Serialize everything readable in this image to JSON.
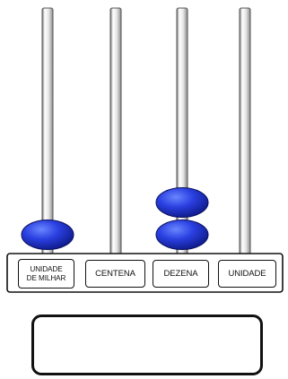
{
  "abacus": {
    "columns": [
      {
        "label": "UNIDADE\nDE MILHAR",
        "beads": 1
      },
      {
        "label": "CENTENA",
        "beads": 0
      },
      {
        "label": "DEZENA",
        "beads": 2
      },
      {
        "label": "UNIDADE",
        "beads": 0
      }
    ],
    "bead_color": "#1f2fd0",
    "rod_color": "#d9d9d9",
    "frame_color": "#111111"
  },
  "answer_box": {
    "value": ""
  }
}
